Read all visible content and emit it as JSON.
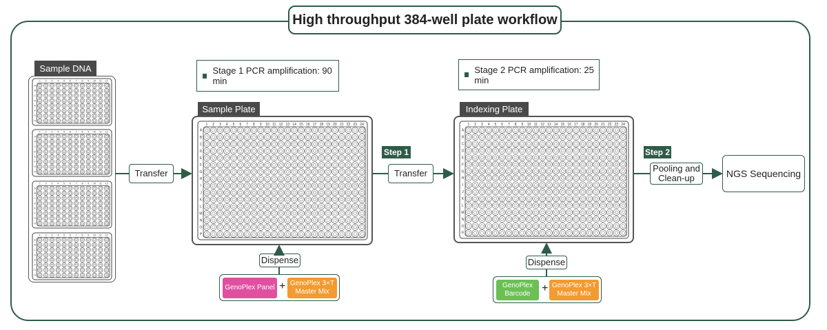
{
  "title": "High throughput 384-well plate workflow",
  "colors": {
    "accent": "#2f5b48",
    "label_bg": "#4a4a4a",
    "pink": "#e0509f",
    "orange": "#f39a30",
    "green": "#6cbf55"
  },
  "sample_dna": {
    "label": "Sample DNA",
    "plate_rows": [
      "A",
      "B",
      "C",
      "D",
      "E",
      "F",
      "G",
      "H"
    ],
    "plate_cols": 12,
    "plate_count": 4
  },
  "transfer1": "Transfer",
  "stage1": "Stage 1 PCR amplification: 90 min",
  "sample_plate": {
    "label": "Sample Plate"
  },
  "step1": "Step 1",
  "transfer2": "Transfer",
  "stage2": "Stage 2 PCR amplification: 25 min",
  "indexing_plate": {
    "label": "Indexing Plate"
  },
  "plate384": {
    "rows": [
      "A",
      "B",
      "C",
      "D",
      "E",
      "F",
      "G",
      "H",
      "I",
      "J",
      "K",
      "L",
      "M",
      "N",
      "O",
      "P"
    ],
    "cols": 24
  },
  "step2": "Step 2",
  "pooling": "Pooling and Clean-up",
  "ngs": "NGS Sequencing",
  "dispense1": {
    "label": "Dispense",
    "reagent_a": "GenoPlex Panel",
    "plus": "+",
    "reagent_b": "GenoPlex 3×T Master Mix"
  },
  "dispense2": {
    "label": "Dispense",
    "reagent_a": "GenoPlex Barcode",
    "plus": "+",
    "reagent_b": "GenoPlex 3×T Master Mix"
  }
}
